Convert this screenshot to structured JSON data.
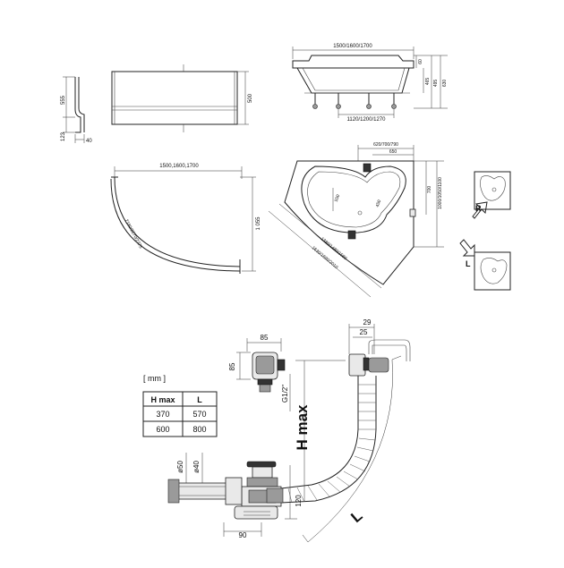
{
  "panel_front": {
    "height_total": "555",
    "height_inner": "500",
    "base_height": "123",
    "thickness": "40"
  },
  "tub_side": {
    "length": "1500/1600/1700",
    "base_length": "1120/1200/1270",
    "rim": "60",
    "depth": "465",
    "height_total": "495",
    "overall": "630"
  },
  "panel_top": {
    "width": "1500,1600,1700",
    "arc_length": "2160/2270/2375",
    "depth": "1 055"
  },
  "tub_top": {
    "width_top": "620/700/790",
    "width_inner": "650",
    "height": "700",
    "height_total": "1000/1050/1100",
    "inner_dim_a": "550",
    "inner_dim_b": "450",
    "diag_a": "1380/1480/1580",
    "diag_b": "1630/1690/2010"
  },
  "orientation": {
    "right_label": "R",
    "left_label": "L"
  },
  "unit_label": "[ mm ]",
  "table": {
    "headers": [
      "H max",
      "L"
    ],
    "rows": [
      [
        "370",
        "570"
      ],
      [
        "600",
        "800"
      ]
    ]
  },
  "siphon": {
    "valve_width": "85",
    "valve_height": "85",
    "top_29": "29",
    "top_25": "25",
    "thread": "G1/2\"",
    "h_max": "H max",
    "l_label": "L",
    "d50": "ø50",
    "d40": "ø40",
    "bottom_120": "120",
    "bottom_90": "90"
  }
}
